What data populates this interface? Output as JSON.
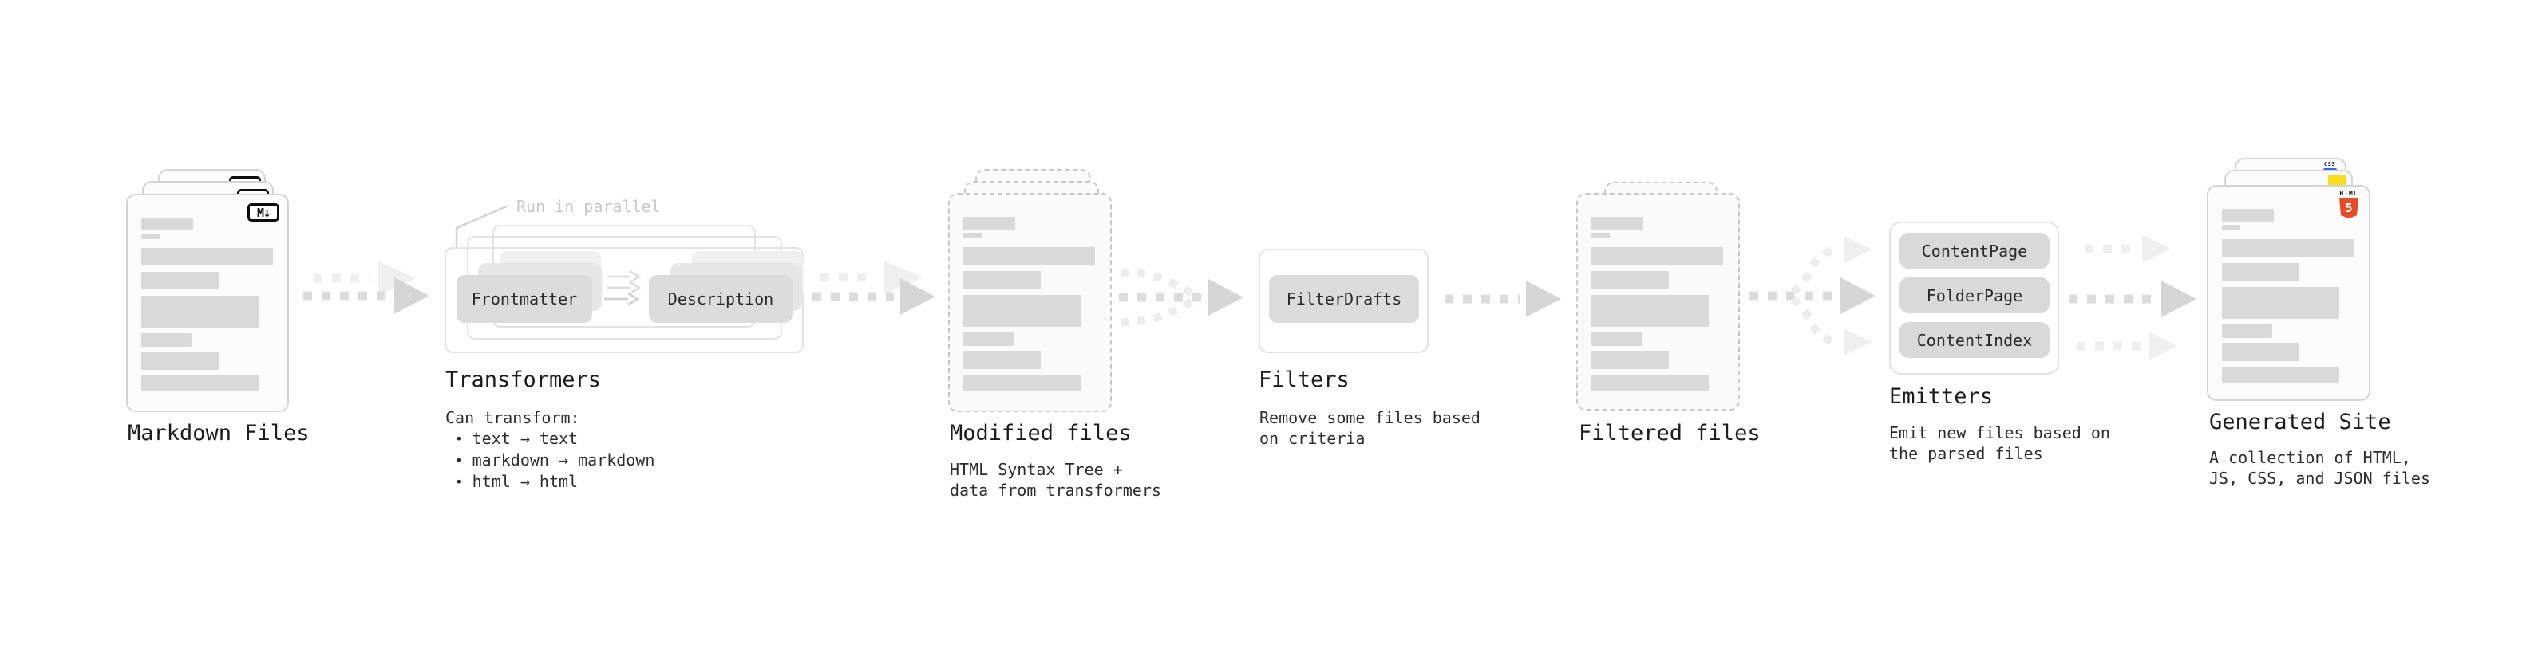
{
  "diagram": {
    "background": "#ffffff",
    "bold_arrow_color": "#d6d6d6",
    "faint_arrow_color": "#f0f0f0"
  },
  "markdown_files": {
    "title": "Markdown Files",
    "badge": "M↓"
  },
  "transformers": {
    "title": "Transformers",
    "note": "Run in parallel",
    "source_node": "Frontmatter",
    "target_node": "Description",
    "desc_heading": "Can transform:",
    "bullet_char": "•",
    "bullets": [
      "text → text",
      "markdown → markdown",
      "html → html"
    ]
  },
  "modified_files": {
    "title": "Modified files",
    "desc_line1": "HTML Syntax Tree +",
    "desc_line2": "data from transformers"
  },
  "filters": {
    "title": "Filters",
    "node": "FilterDrafts",
    "desc_line1": "Remove some files based",
    "desc_line2": "on criteria"
  },
  "filtered_files": {
    "title": "Filtered files"
  },
  "emitters": {
    "title": "Emitters",
    "nodes": [
      "ContentPage",
      "FolderPage",
      "ContentIndex"
    ],
    "desc_line1": "Emit new files based on",
    "desc_line2": "the parsed files"
  },
  "generated_site": {
    "title": "Generated Site",
    "desc_line1": "A collection of HTML,",
    "desc_line2": "JS, CSS, and JSON files",
    "html_badge_label": "HTML",
    "html_badge_number": "5",
    "css_badge_label": "CSS",
    "html_color": "#e44d26",
    "js_color": "#f7df1e",
    "css_color": "#2e6bf0"
  }
}
